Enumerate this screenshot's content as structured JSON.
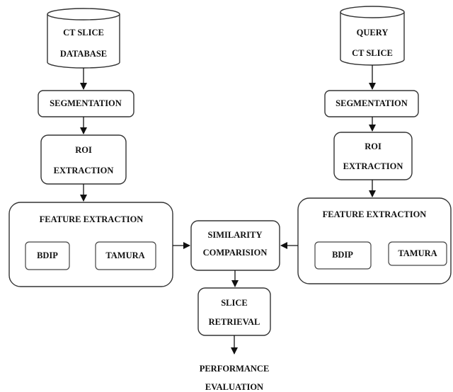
{
  "left_column": {
    "database_line1": "CT SLICE",
    "database_line2": "DATABASE",
    "segmentation": "SEGMENTATION",
    "roi_line1": "ROI",
    "roi_line2": "EXTRACTION",
    "feature_title": "FEATURE EXTRACTION",
    "feature_a": "BDIP",
    "feature_b": "TAMURA"
  },
  "right_column": {
    "query_line1": "QUERY",
    "query_line2": "CT SLICE",
    "segmentation": "SEGMENTATION",
    "roi_line1": "ROI",
    "roi_line2": "EXTRACTION",
    "feature_title": "FEATURE EXTRACTION",
    "feature_a": "BDIP",
    "feature_b": "TAMURA"
  },
  "center_column": {
    "similarity_line1": "SIMILARITY",
    "similarity_line2": "COMPARISION",
    "retrieval_line1": "SLICE",
    "retrieval_line2": "RETRIEVAL",
    "performance_line1": "PERFORMANCE",
    "performance_line2": "EVALUATION"
  }
}
